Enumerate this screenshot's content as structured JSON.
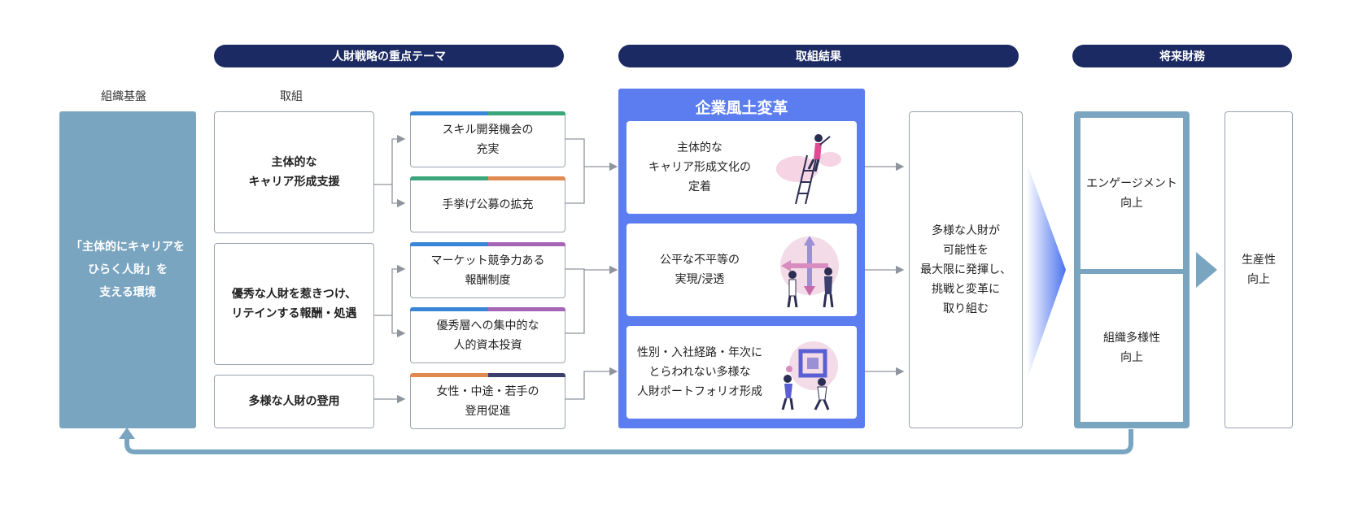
{
  "headers": {
    "strategy": "人財戦略の重点テーマ",
    "results": "取組結果",
    "future": "将来財務"
  },
  "labels": {
    "foundation": "組織基盤",
    "initiatives": "取組"
  },
  "foundation_box": "「主体的にキャリアを\nひらく人財」を\n支える環境",
  "themes": [
    "主体的な\nキャリア形成支援",
    "優秀な人財を惹きつけ、\nリテインする報酬・処遇",
    "多様な人財の登用"
  ],
  "initiatives": [
    {
      "label": "スキル開発機会の\n充実",
      "colors": [
        "#3a86d6",
        "#3aa67a"
      ]
    },
    {
      "label": "手挙げ公募の拡充",
      "colors": [
        "#3aa67a",
        "#e08a52"
      ]
    },
    {
      "label": "マーケット競争力ある\n報酬制度",
      "colors": [
        "#3a86d6",
        "#a566b6"
      ]
    },
    {
      "label": "優秀層への集中的な\n人的資本投資",
      "colors": [
        "#3a86d6",
        "#a566b6"
      ]
    },
    {
      "label": "女性・中途・若手の\n登用促進",
      "colors": [
        "#e08a52",
        "#3a3f6e"
      ]
    }
  ],
  "culture": {
    "title": "企業風土変革",
    "items": [
      {
        "text": "主体的な\nキャリア形成文化の\n定着",
        "icon": "ladder-climber-illustration"
      },
      {
        "text": "公平な不平等の\n実現/浸透",
        "icon": "arrows-people-illustration"
      },
      {
        "text": "性別・入社経路・年次に\nとらわれない多様な\n人財ポートフォリオ形成",
        "icon": "puzzle-people-illustration"
      }
    ]
  },
  "outcome": "多様な人財が\n可能性を\n最大限に発揮し、\n挑戦と変革に\n取り組む",
  "future": {
    "engagement": "エンゲージメント\n向上",
    "diversity": "組織多様性\n向上",
    "productivity": "生産性\n向上"
  },
  "colors": {
    "navy": "#1c2a63",
    "teal": "#7aa5c1",
    "culture_blue": "#5b7df0",
    "arrow_gray": "#8f959c"
  }
}
